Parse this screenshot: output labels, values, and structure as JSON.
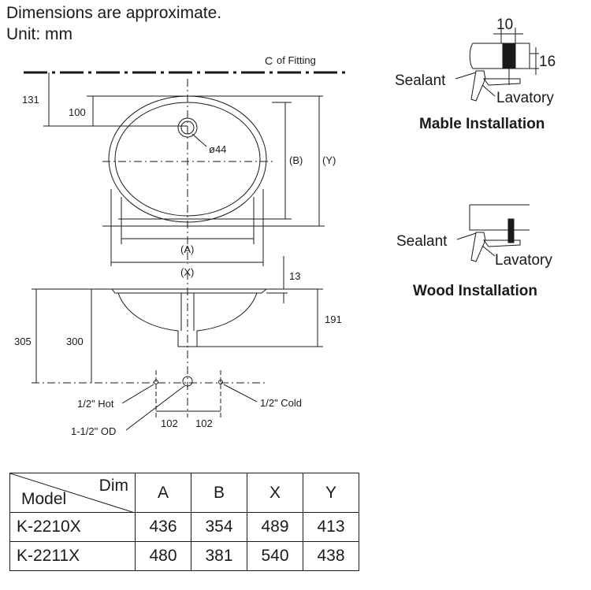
{
  "notes": {
    "line1": "Dimensions are approximate.",
    "line2": "Unit: mm"
  },
  "plan_view": {
    "centerline_label": "of Fitting",
    "centerline_symbol": "C",
    "dim_131": "131",
    "dim_100": "100",
    "hole": "ø44",
    "dim_b": "(B)",
    "dim_y": "(Y)",
    "dim_a": "(A)",
    "dim_x": "(X)"
  },
  "section_view": {
    "dim_13": "13",
    "dim_191": "191",
    "dim_305": "305",
    "dim_300": "300",
    "hot": "1/2\" Hot",
    "cold": "1/2\" Cold",
    "od": "1-1/2\" OD",
    "dim_102_left": "102",
    "dim_102_right": "102"
  },
  "mable": {
    "dim_10": "10",
    "dim_16": "16",
    "sealant": "Sealant",
    "lavatory": "Lavatory",
    "title": "Mable Installation"
  },
  "wood": {
    "sealant": "Sealant",
    "lavatory": "Lavatory",
    "title": "Wood Installation"
  },
  "table": {
    "header_dim": "Dim",
    "header_model": "Model",
    "columns": [
      "A",
      "B",
      "X",
      "Y"
    ],
    "rows": [
      {
        "model": "K-2210X",
        "values": [
          "436",
          "354",
          "489",
          "413"
        ]
      },
      {
        "model": "K-2211X",
        "values": [
          "480",
          "381",
          "540",
          "438"
        ]
      }
    ]
  }
}
